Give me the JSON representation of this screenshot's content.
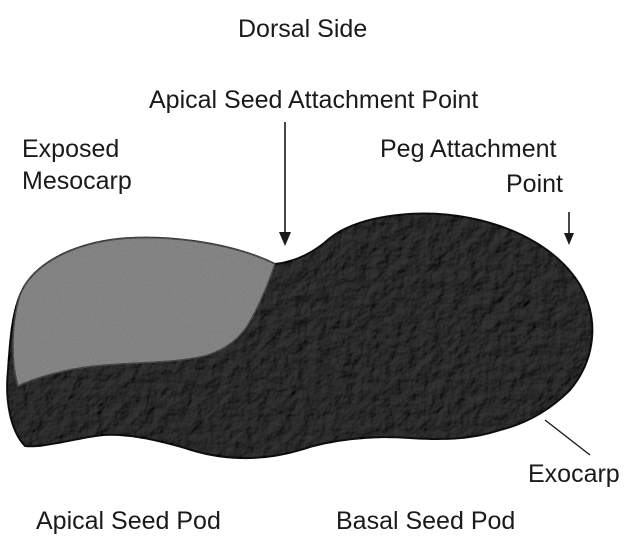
{
  "diagram": {
    "labels": {
      "top": "Dorsal Side",
      "apical_point": "Apical Seed Attachment Point",
      "exposed_line1": "Exposed",
      "exposed_line2": "Mesocarp",
      "peg_line1": "Peg Attachment",
      "peg_line2": "Point",
      "exocarp": "Exocarp",
      "apical_pod": "Apical Seed Pod",
      "basal_pod": "Basal Seed Pod"
    },
    "colors": {
      "exocarp_fill": "#4a4a4a",
      "mesocarp_fill": "#7a7a7a",
      "outline": "#1a1a1a",
      "text": "#1a1a1a"
    }
  }
}
